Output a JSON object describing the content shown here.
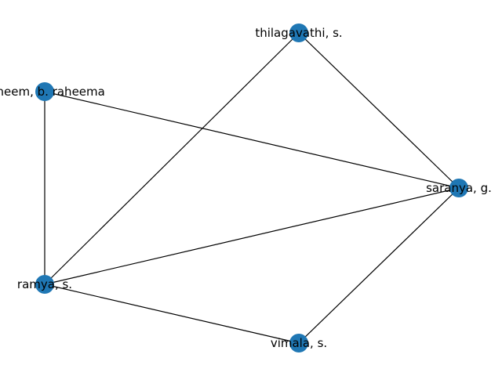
{
  "graph": {
    "node_color": "#1f77b4",
    "edge_color": "#000000",
    "nodes": [
      {
        "id": "thilagavathi",
        "label": "thilagavathi, s."
      },
      {
        "id": "raheem",
        "label": "raheem, b. raheema"
      },
      {
        "id": "saranya",
        "label": "saranya, g."
      },
      {
        "id": "ramya",
        "label": "ramya, s."
      },
      {
        "id": "vimala",
        "label": "vimala, s."
      }
    ],
    "edges": [
      [
        "thilagavathi",
        "saranya"
      ],
      [
        "thilagavathi",
        "ramya"
      ],
      [
        "raheem",
        "saranya"
      ],
      [
        "raheem",
        "ramya"
      ],
      [
        "saranya",
        "ramya"
      ],
      [
        "saranya",
        "vimala"
      ],
      [
        "ramya",
        "vimala"
      ]
    ]
  }
}
